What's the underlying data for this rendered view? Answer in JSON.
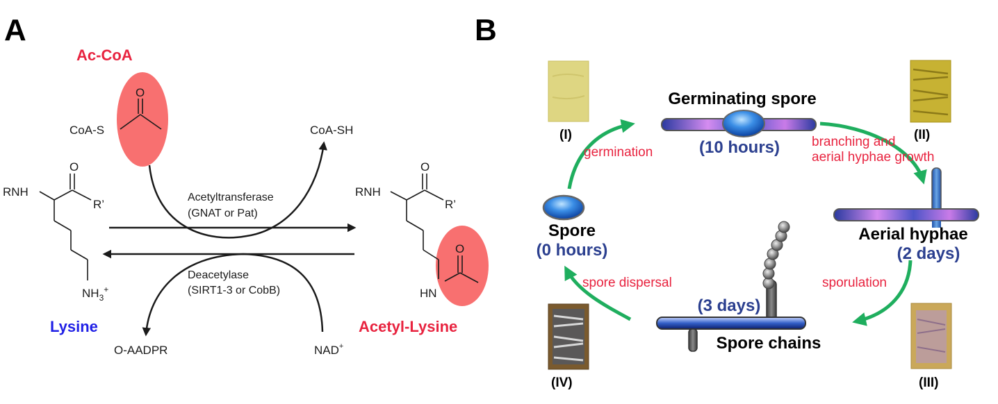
{
  "panel_a": {
    "panel_label": "A",
    "acoa_label": "Ac-CoA",
    "coa_s": "CoA-S",
    "coa_sh": "CoA-SH",
    "oxygen": "O",
    "rnh": "RNH",
    "r_prime": "R’",
    "nh3": "NH",
    "nh3_sub": "3",
    "nh3_sup": "+",
    "hn": "HN",
    "enzyme_forward_name": "Acetyltransferase",
    "enzyme_forward_examples": "(GNAT or Pat)",
    "enzyme_reverse_name": "Deacetylase",
    "enzyme_reverse_examples": "(SIRT1-3 or CobB)",
    "lysine_label": "Lysine",
    "acetyl_lysine_label": "Acetyl-Lysine",
    "oaadpr": "O-AADPR",
    "nad": "NAD",
    "nad_sup": "+",
    "colors": {
      "red": "#e8233f",
      "blue": "#1f1fe6",
      "highlight": "#f87070"
    }
  },
  "panel_b": {
    "panel_label": "B",
    "stages": {
      "germinating_spore": "Germinating spore",
      "germinating_time": "(10 hours)",
      "spore": "Spore",
      "spore_time": "(0 hours)",
      "aerial_hyphae": "Aerial hyphae",
      "aerial_time": "(2 days)",
      "spore_chains": "Spore chains",
      "chains_time": "(3 days)"
    },
    "transitions": {
      "germination": "germination",
      "branching_line1": "branching and",
      "branching_line2": "aerial hyphae growth",
      "sporulation": "sporulation",
      "spore_dispersal": "spore dispersal"
    },
    "photo_labels": [
      "(I)",
      "(II)",
      "(III)",
      "(IV)"
    ],
    "colors": {
      "time": "#2b3f8f",
      "transition": "#e8233f",
      "arrow": "#1fae5e"
    }
  }
}
